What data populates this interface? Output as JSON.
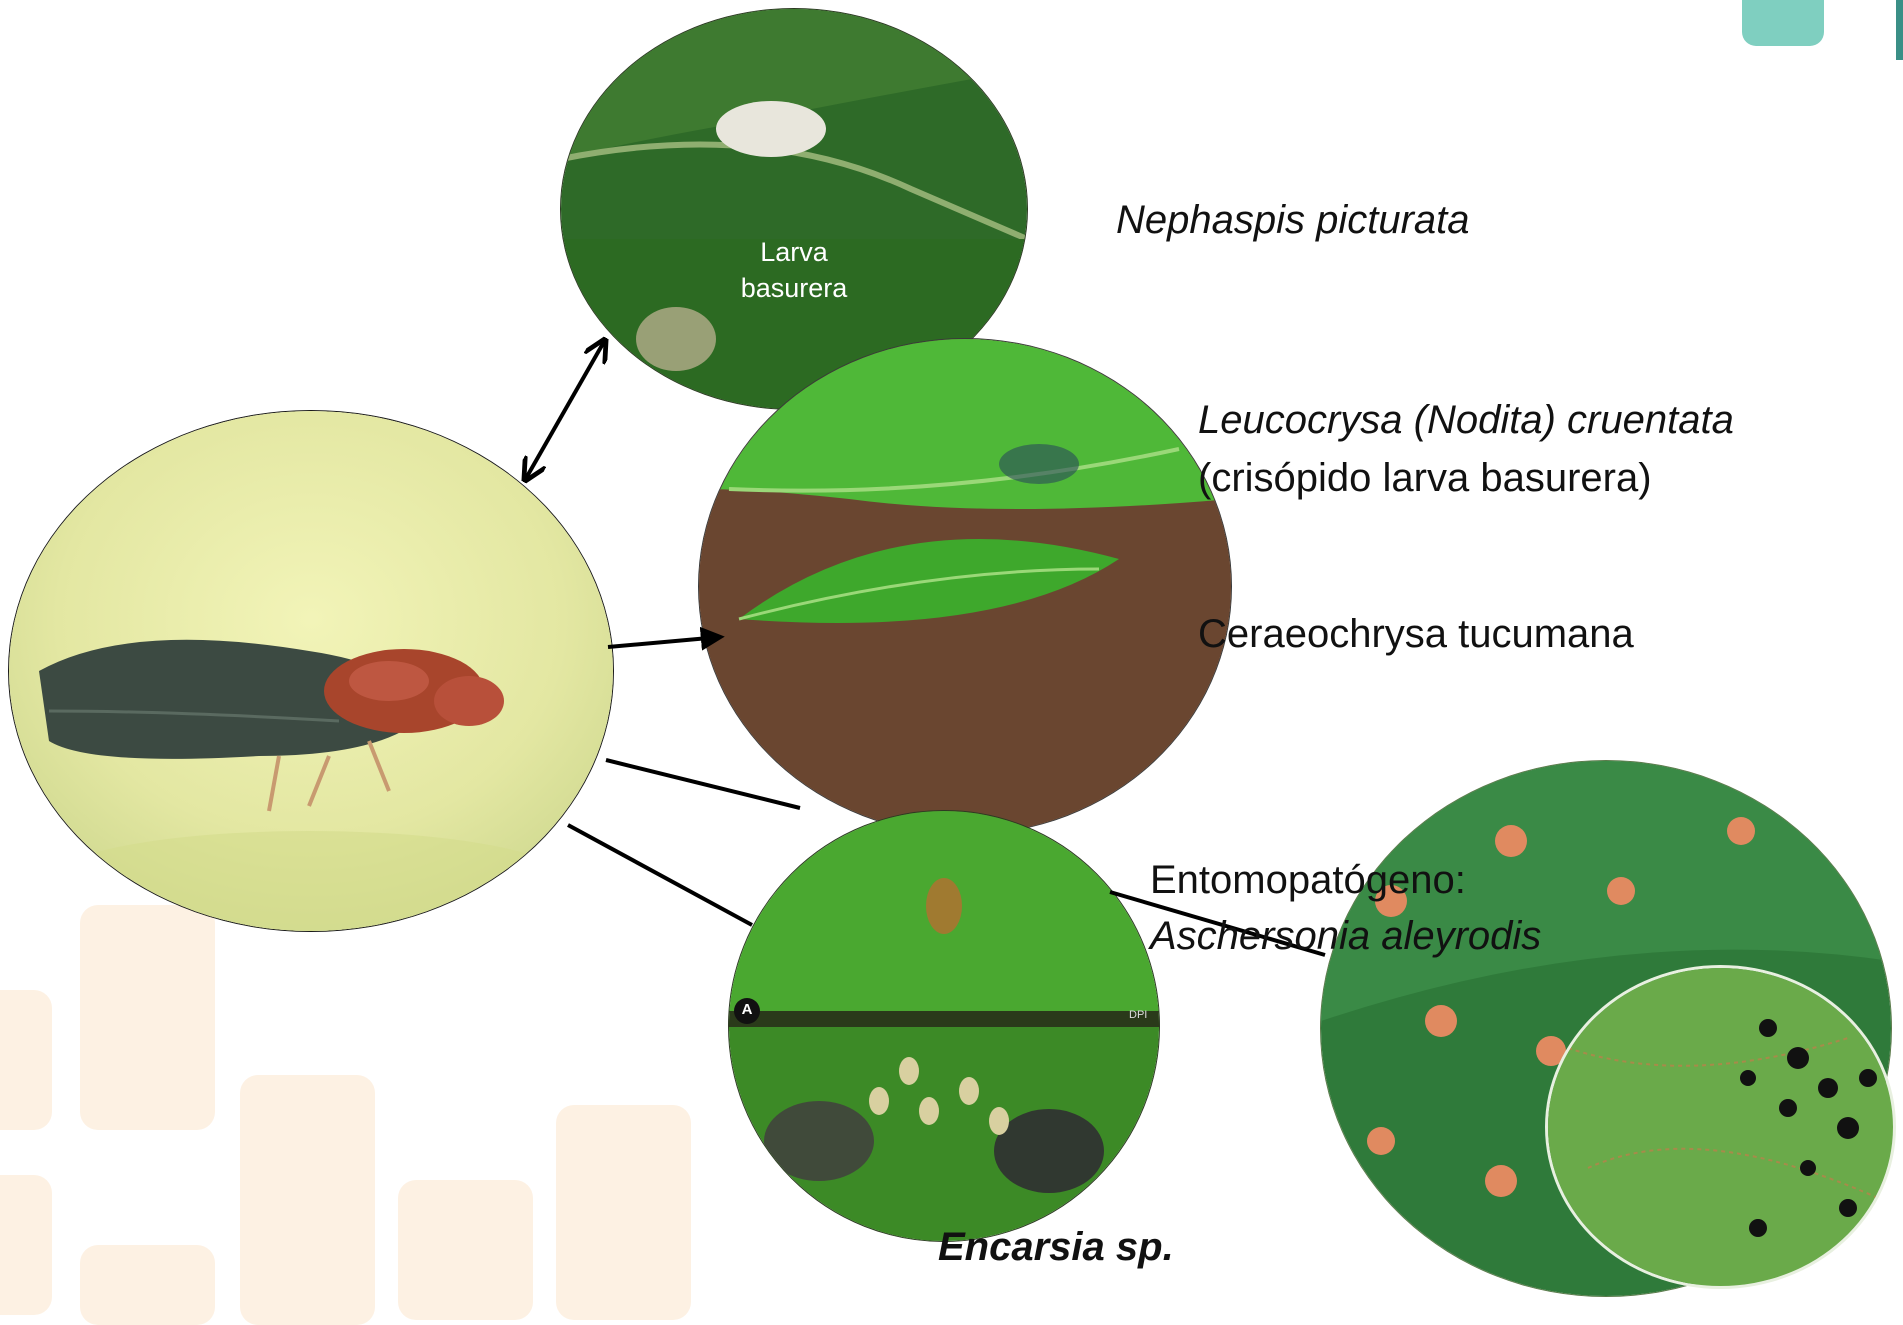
{
  "colors": {
    "background": "#ffffff",
    "decor_bars": "#fdf1e3",
    "teal_accent": "#7fcfc0",
    "connector": "#000000",
    "label_text": "#111111"
  },
  "labels": {
    "larva_basurera": "Larva\nbasurera",
    "nephaspis": "Nephaspis picturata",
    "leucocrysa": "Leucocrysa (Nodita) cruentata",
    "crisopido": "(crisópido larva basurera)",
    "ceraeochrysa": "Ceraeochrysa tucumana",
    "entomopatogeno": "Entomopatógeno:",
    "aschersonia": "Aschersonia aleyrodis",
    "encarsia": "Encarsia sp.",
    "photo_marker": "A",
    "photo_watermark": "DPI"
  },
  "images": {
    "whitefly": "whitefly-adult-photo",
    "nephaspis_larva": "white-larva-on-leaf-photo",
    "lacewing_eggs": "lacewing-eggs-on-leaf-photo",
    "encarsia_wasp": "encarsia-wasp-and-pupae-photo",
    "aschersonia_fungus": "fungus-infected-leaf-photo",
    "aschersonia_inset": "whitefly-nymphs-inset-photo"
  }
}
